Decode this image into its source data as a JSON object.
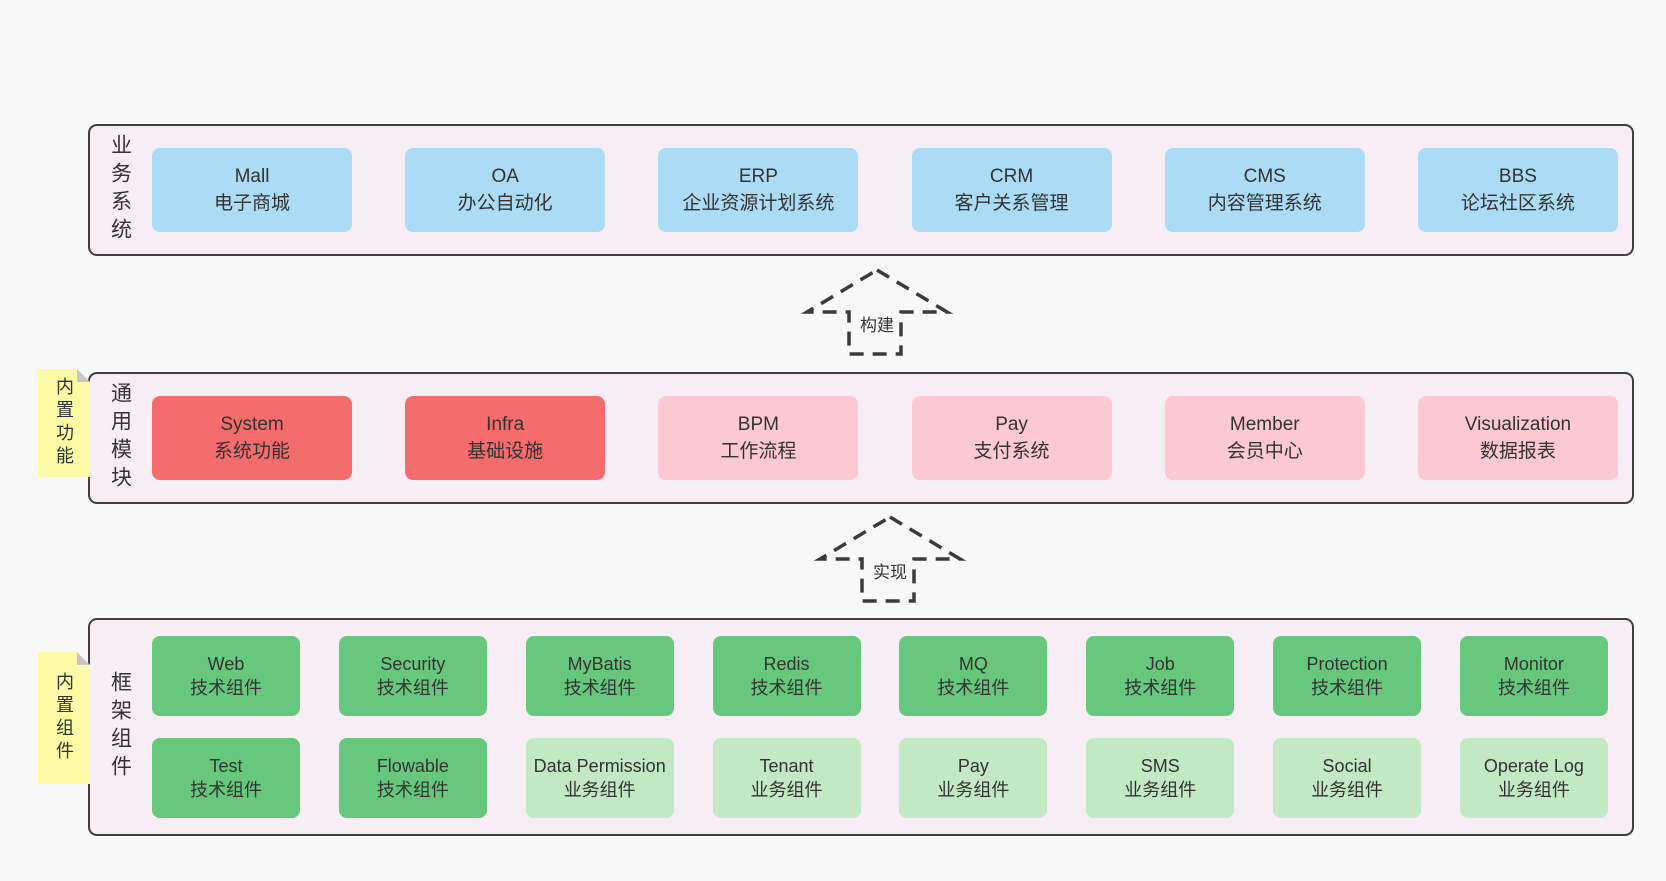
{
  "colors": {
    "page_bg": "#f8f8f8",
    "panel_bg": "#f7edf5",
    "panel_border": "#3f3f3f",
    "blue_box": "#abdbf5",
    "red_box": "#f56c6c",
    "pink_box": "#fcc9d2",
    "green_box": "#67c87d",
    "light_green_box": "#c2e8c4",
    "note_bg": "#fbfba5",
    "note_fold": "#c6c8c5",
    "text": "#333333"
  },
  "layers": [
    {
      "id": "business-systems",
      "label": "业务系统",
      "boxes": [
        {
          "name": "Mall",
          "desc": "电子商城",
          "type": "blue"
        },
        {
          "name": "OA",
          "desc": "办公自动化",
          "type": "blue"
        },
        {
          "name": "ERP",
          "desc": "企业资源计划系统",
          "type": "blue"
        },
        {
          "name": "CRM",
          "desc": "客户关系管理",
          "type": "blue"
        },
        {
          "name": "CMS",
          "desc": "内容管理系统",
          "type": "blue"
        },
        {
          "name": "BBS",
          "desc": "论坛社区系统",
          "type": "blue"
        }
      ]
    },
    {
      "id": "common-modules",
      "label": "通用模块",
      "note": "内置功能",
      "boxes": [
        {
          "name": "System",
          "desc": "系统功能",
          "type": "red"
        },
        {
          "name": "Infra",
          "desc": "基础设施",
          "type": "red"
        },
        {
          "name": "BPM",
          "desc": "工作流程",
          "type": "pink"
        },
        {
          "name": "Pay",
          "desc": "支付系统",
          "type": "pink"
        },
        {
          "name": "Member",
          "desc": "会员中心",
          "type": "pink"
        },
        {
          "name": "Visualization",
          "desc": "数据报表",
          "type": "pink"
        }
      ]
    },
    {
      "id": "framework-components",
      "label": "框架组件",
      "note": "内置组件",
      "rows": [
        [
          {
            "name": "Web",
            "desc": "技术组件",
            "type": "green"
          },
          {
            "name": "Security",
            "desc": "技术组件",
            "type": "green"
          },
          {
            "name": "MyBatis",
            "desc": "技术组件",
            "type": "green"
          },
          {
            "name": "Redis",
            "desc": "技术组件",
            "type": "green"
          },
          {
            "name": "MQ",
            "desc": "技术组件",
            "type": "green"
          },
          {
            "name": "Job",
            "desc": "技术组件",
            "type": "green"
          },
          {
            "name": "Protection",
            "desc": "技术组件",
            "type": "green"
          },
          {
            "name": "Monitor",
            "desc": "技术组件",
            "type": "green"
          }
        ],
        [
          {
            "name": "Test",
            "desc": "技术组件",
            "type": "green"
          },
          {
            "name": "Flowable",
            "desc": "技术组件",
            "type": "green"
          },
          {
            "name": "Data Permission",
            "desc": "业务组件",
            "type": "lightgreen"
          },
          {
            "name": "Tenant",
            "desc": "业务组件",
            "type": "lightgreen"
          },
          {
            "name": "Pay",
            "desc": "业务组件",
            "type": "lightgreen"
          },
          {
            "name": "SMS",
            "desc": "业务组件",
            "type": "lightgreen"
          },
          {
            "name": "Social",
            "desc": "业务组件",
            "type": "lightgreen"
          },
          {
            "name": "Operate Log",
            "desc": "业务组件",
            "type": "lightgreen"
          }
        ]
      ]
    }
  ],
  "arrows": [
    {
      "label": "构建"
    },
    {
      "label": "实现"
    }
  ]
}
